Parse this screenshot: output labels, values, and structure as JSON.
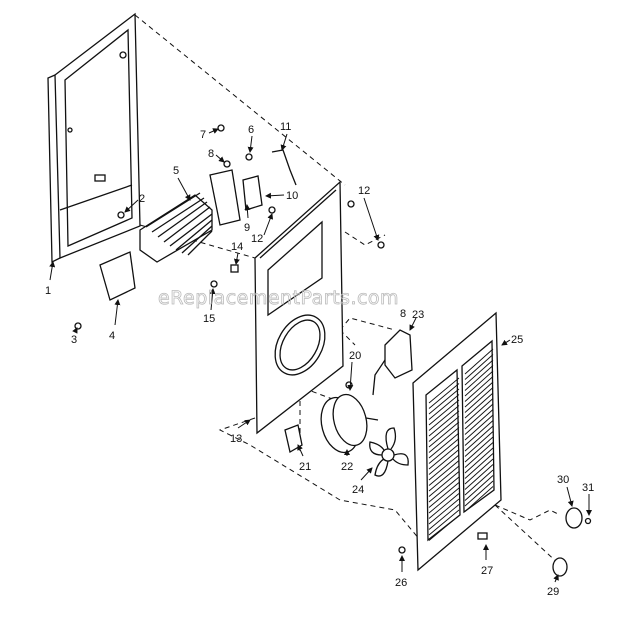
{
  "watermark": "eReplacementParts.com",
  "part_labels": {
    "p1": "1",
    "p2": "2",
    "p3": "3",
    "p4": "4",
    "p5": "5",
    "p6": "6",
    "p7": "7",
    "p8": "8",
    "p8b": "8",
    "p9": "9",
    "p10": "10",
    "p11": "11",
    "p12a": "12",
    "p12b": "12",
    "p13": "13",
    "p14": "14",
    "p15": "15",
    "p20": "20",
    "p21": "21",
    "p22": "22",
    "p23": "23",
    "p24": "24",
    "p25": "25",
    "p26": "26",
    "p27": "27",
    "p29": "29",
    "p30": "30",
    "p31": "31"
  }
}
